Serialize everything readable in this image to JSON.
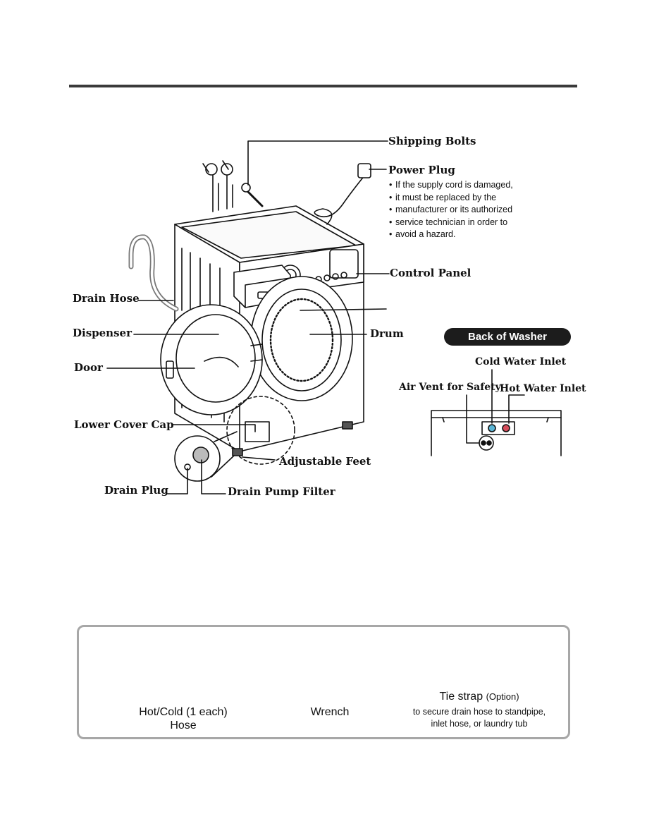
{
  "labels": {
    "shipping_bolts": "Shipping Bolts",
    "power_plug": "Power Plug",
    "control_panel": "Control Panel",
    "drain_hose": "Drain Hose",
    "dispenser": "Dispenser",
    "drum": "Drum",
    "door": "Door",
    "lower_cover_cap": "Lower Cover Cap",
    "adjustable_feet": "Adjustable Feet",
    "drain_plug": "Drain Plug",
    "drain_pump_filter": "Drain Pump Filter"
  },
  "power_plug_note": [
    "If the supply cord is damaged,",
    "it must be replaced by the",
    "manufacturer or its authorized",
    "service technician in order to",
    "avoid a hazard."
  ],
  "back": {
    "title": "Back of Washer",
    "cold_water_inlet": "Cold Water Inlet",
    "air_vent": "Air Vent for Safety",
    "hot_water_inlet": "Hot Water Inlet"
  },
  "accessories": {
    "hose_line1": "Hot/Cold (1 each)",
    "hose_line2": "Hose",
    "wrench": "Wrench",
    "tie_strap": "Tie strap",
    "tie_option": "(Option)",
    "tie_desc_line1": "to secure drain hose to standpipe,",
    "tie_desc_line2": "inlet hose, or laundry tub"
  },
  "colors": {
    "rule": "#3a3a3a",
    "box_border": "#a7a7a7",
    "pill_bg": "#1c1c1c",
    "cold": "#5bb6d6",
    "hot": "#d64c5a"
  }
}
